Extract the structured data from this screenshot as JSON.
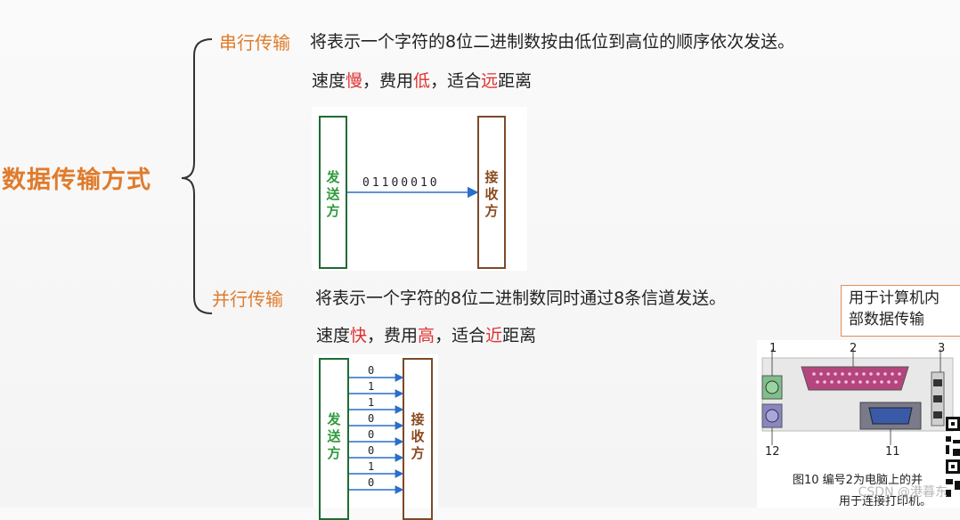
{
  "main_title": "数据传输方式",
  "serial": {
    "title": "串行传输",
    "desc": "将表示一个字符的8位二进制数按由低位到高位的顺序依次发送。",
    "speed": {
      "a": "速度",
      "b": "慢",
      "c": "，费用",
      "d": "低",
      "e": "，适合",
      "f": "远",
      "g": "距离"
    },
    "sender": [
      "发",
      "送",
      "方"
    ],
    "receiver": [
      "接",
      "收",
      "方"
    ],
    "bits": "01100010"
  },
  "parallel": {
    "title": "并行传输",
    "desc": "将表示一个字符的8位二进制数同时通过8条信道发送。",
    "speed": {
      "a": "速度",
      "b": "快",
      "c": "，费用",
      "d": "高",
      "e": "，适合",
      "f": "近",
      "g": "距离"
    },
    "sender": [
      "发",
      "送",
      "方"
    ],
    "receiver": [
      "接",
      "收",
      "方"
    ],
    "bits": [
      "0",
      "1",
      "1",
      "0",
      "0",
      "0",
      "1",
      "0"
    ]
  },
  "callout": {
    "line1": "用于计算机内",
    "line2": "部数据传输"
  },
  "photo": {
    "labels": [
      "1",
      "2",
      "3",
      "12",
      "11"
    ],
    "caption1": "图10  编号2为电脑上的并",
    "caption2": "用于连接打印机。"
  },
  "watermark": "CSDN @港暮东",
  "colors": {
    "orange": "#e07b2b",
    "red": "#e03030",
    "green": "#2f9b3c",
    "brown": "#8a4a1f",
    "arrow": "#2a6fc9"
  }
}
